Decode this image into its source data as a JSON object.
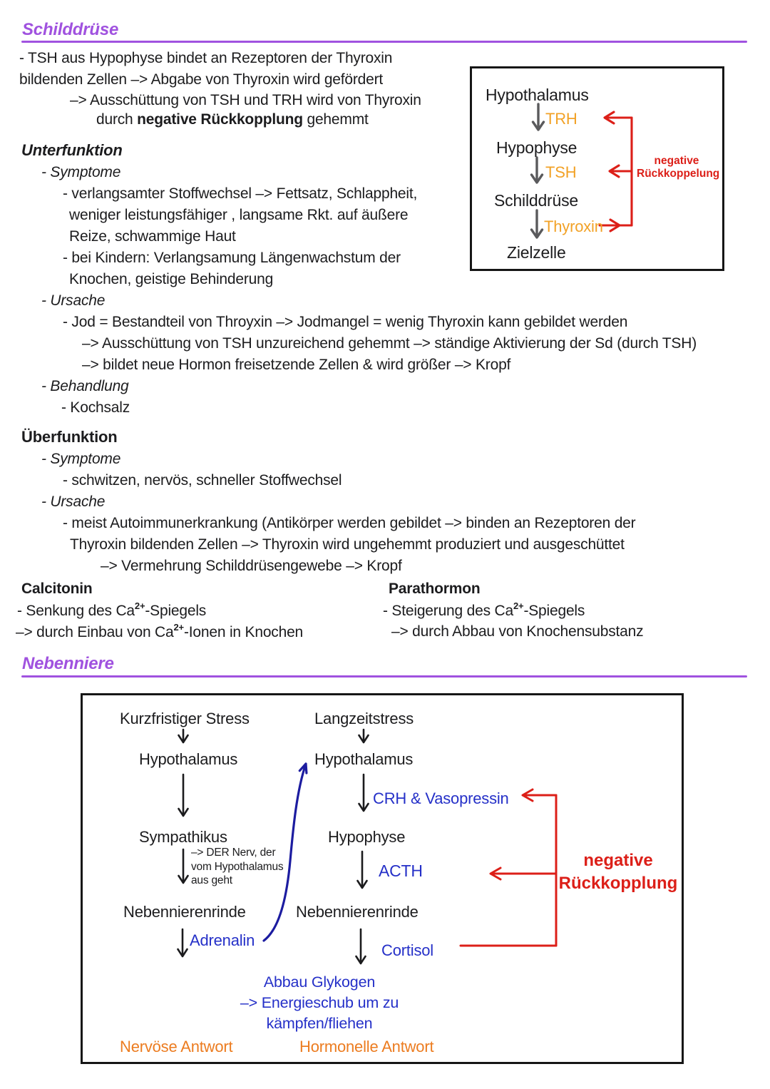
{
  "palette": {
    "purple": "#a052df",
    "hormone_orange": "#f2a227",
    "feedback_red": "#dc1f18",
    "blue": "#2530c8",
    "curve_blue": "#1c1ca0",
    "answer_orange": "#ec7c20",
    "ink": "#1c1c1e",
    "arrow_gray": "#5a5a5c"
  },
  "headings": {
    "thyroid": "Schilddrüse",
    "adrenal": "Nebenniere"
  },
  "intro": {
    "l1": "- TSH aus Hypophyse bindet an Rezeptoren der Thyroxin",
    "l2": "bildenden Zellen –> Abgabe von Thyroxin wird gefördert",
    "l3": "–> Ausschüttung von TSH und TRH wird von Thyroxin",
    "l4_pre": "durch ",
    "l4_bold": "negative Rückkopplung",
    "l4_post": " gehemmt"
  },
  "hypo": {
    "title": "Unterfunktion",
    "items": [
      "- Symptome",
      "- verlangsamter Stoffwechsel –> Fettsatz, Schlappheit,",
      "weniger leistungsfähiger , langsame Rkt. auf äußere",
      "Reize, schwammige Haut",
      "- bei Kindern: Verlangsamung Längenwachstum der",
      "Knochen, geistige Behinderung",
      "- Ursache",
      "- Jod = Bestandteil von Throyxin –> Jodmangel = wenig Thyroxin kann gebildet werden",
      "–> Ausschüttung von TSH unzureichend gehemmt –> ständige Aktivierung der Sd (durch TSH)",
      "–> bildet neue Hormon freisetzende Zellen & wird größer –> Kropf",
      "- Behandlung",
      "- Kochsalz"
    ]
  },
  "hyper": {
    "title": "Überfunktion",
    "items": [
      "- Symptome",
      "- schwitzen, nervös, schneller Stoffwechsel",
      "- Ursache",
      "- meist Autoimmunerkrankung (Antikörper werden gebildet –> binden an Rezeptoren der",
      "Thyroxin bildenden Zellen –> Thyroxin wird ungehemmt produziert und ausgeschüttet",
      "–> Vermehrung Schilddrüsengewebe –> Kropf"
    ]
  },
  "calcitonin": {
    "title": "Calcitonin",
    "l1_pre": "- Senkung des Ca",
    "l1_sup": "2+",
    "l1_post": "-Spiegels",
    "l2_pre": "–> durch Einbau von Ca",
    "l2_sup": "2+",
    "l2_post": "-Ionen in Knochen"
  },
  "parathormon": {
    "title": "Parathormon",
    "l1_pre": "- Steigerung des Ca",
    "l1_sup": "2+",
    "l1_post": "-Spiegels",
    "l2": "–> durch Abbau von Knochensubstanz"
  },
  "thyroid_diagram": {
    "node1": "Hypothalamus",
    "hormone1": "TRH",
    "node2": "Hypophyse",
    "hormone2": "TSH",
    "node3": "Schilddrüse",
    "hormone3": "Thyroxin",
    "node4": "Zielzelle",
    "feedback_l1": "negative",
    "feedback_l2": "Rückkoppelung"
  },
  "adrenal_diagram": {
    "left": {
      "trigger": "Kurzfristiger Stress",
      "node1": "Hypothalamus",
      "node2": "Sympathikus",
      "note_l1": "–> DER Nerv, der",
      "note_l2": "vom Hypothalamus",
      "note_l3": "aus geht",
      "node3": "Nebennierenrinde",
      "hormone": "Adrenalin",
      "answer": "Nervöse Antwort"
    },
    "right": {
      "trigger": "Langzeitstress",
      "node1": "Hypothalamus",
      "hormone1": "CRH & Vasopressin",
      "node2": "Hypophyse",
      "hormone2": "ACTH",
      "node3": "Nebennierenrinde",
      "hormone3": "Cortisol",
      "effect_l1": "Abbau Glykogen",
      "effect_l2": "–> Energieschub um zu",
      "effect_l3": "kämpfen/fliehen",
      "answer": "Hormonelle Antwort"
    },
    "feedback_l1": "negative",
    "feedback_l2": "Rückkopplung"
  }
}
